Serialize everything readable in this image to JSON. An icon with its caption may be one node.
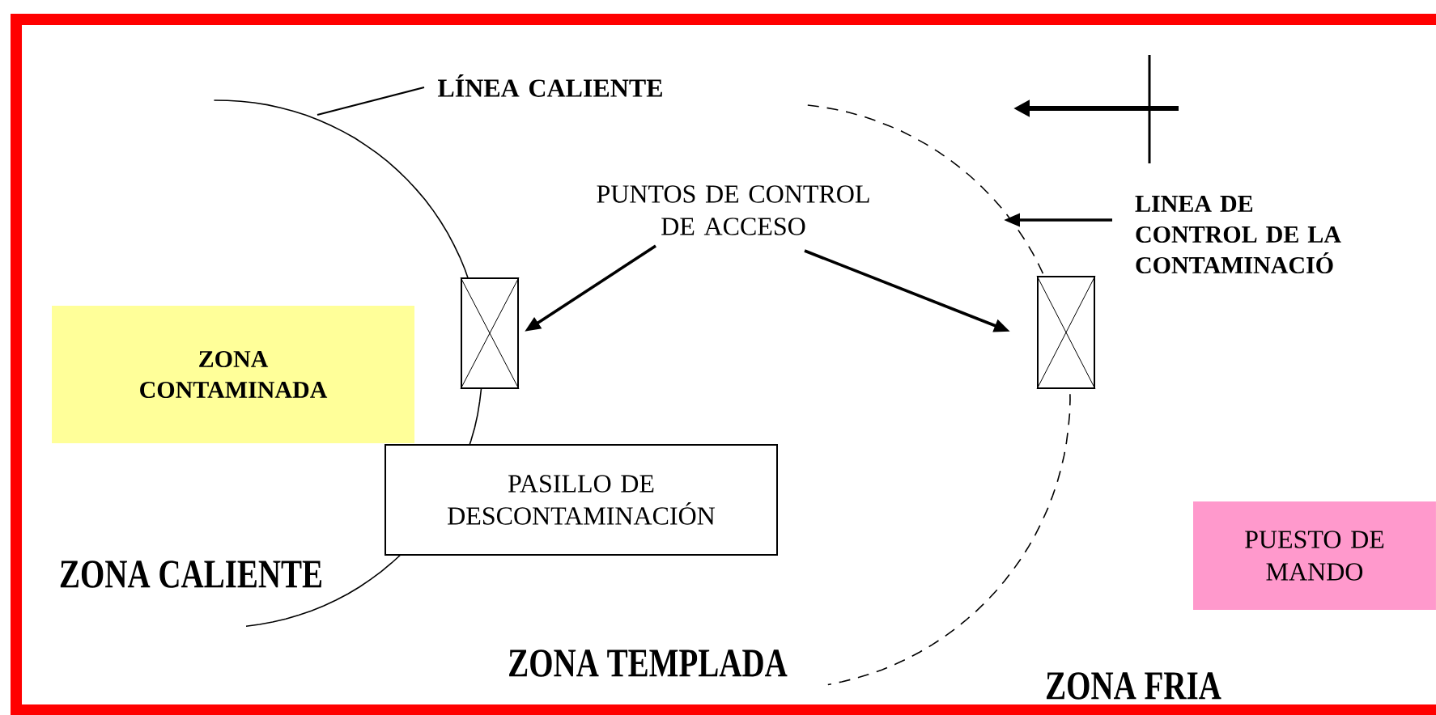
{
  "diagram": {
    "nodes": [
      {
        "text": [
          "LÍNEA CALIENTE"
        ]
      },
      {
        "text": [
          "PUNTOS DE CONTROL DE ACCESO"
        ]
      },
      {
        "text": [
          "LINEA DE CONTROL DE LA CONTAMINACIÓ"
        ]
      },
      {
        "text": [],
        "shape": "box"
      },
      {
        "text": [],
        "shape": "box"
      },
      {
        "text": [
          "ZONA CONTAMINADA"
        ]
      },
      {
        "text": [
          "PASILLO DE DESCONTAMINACIÓN"
        ]
      },
      {
        "text": [
          "PUESTO DE MANDO"
        ]
      }
    ],
    "edges": [
      {
        "from": 0,
        "to": null,
        "arrow": "none"
      },
      {
        "from": 2,
        "to": null,
        "arrow": "to"
      },
      {
        "from": 1,
        "to": 3,
        "arrow": "to"
      },
      {
        "from": 1,
        "to": 4,
        "arrow": "to"
      }
    ],
    "labels": [
      "ZONA CALIENTE",
      "ZONA TEMPLADA",
      "ZONA FRIA"
    ]
  }
}
